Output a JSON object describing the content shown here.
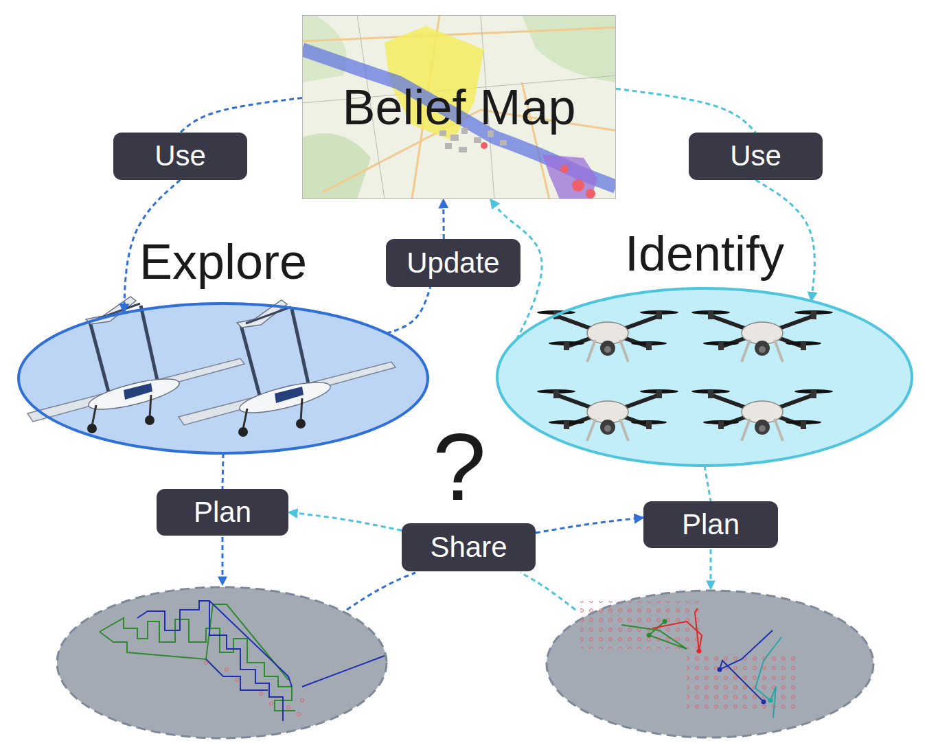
{
  "diagram": {
    "nodes": [
      {
        "text": [
          "Belief Map"
        ]
      },
      {
        "text": [
          "Use"
        ]
      },
      {
        "text": [
          "Use"
        ]
      },
      {
        "text": [
          "Update"
        ]
      },
      {
        "text": [
          "Explore"
        ]
      },
      {
        "text": [
          "Identify"
        ]
      },
      {
        "text": [
          "Plan"
        ]
      },
      {
        "text": [
          "Share"
        ]
      },
      {
        "text": [
          "Plan"
        ]
      }
    ],
    "edges": [
      {
        "from": 0,
        "to": 1,
        "arrow": "none"
      },
      {
        "from": 1,
        "to": 4,
        "arrow": "to"
      },
      {
        "from": 0,
        "to": 2,
        "arrow": "none"
      },
      {
        "from": 2,
        "to": 5,
        "arrow": "to"
      },
      {
        "from": 4,
        "to": 3,
        "arrow": "none"
      },
      {
        "from": 3,
        "to": 0,
        "arrow": "to"
      },
      {
        "from": 5,
        "to": 0,
        "arrow": "to"
      },
      {
        "from": 4,
        "to": 6,
        "arrow": "none"
      },
      {
        "from": 5,
        "to": 8,
        "arrow": "none"
      },
      {
        "from": 7,
        "to": 6,
        "arrow": "to"
      },
      {
        "from": 7,
        "to": 8,
        "arrow": "to"
      }
    ],
    "labels": [
      "?"
    ]
  }
}
